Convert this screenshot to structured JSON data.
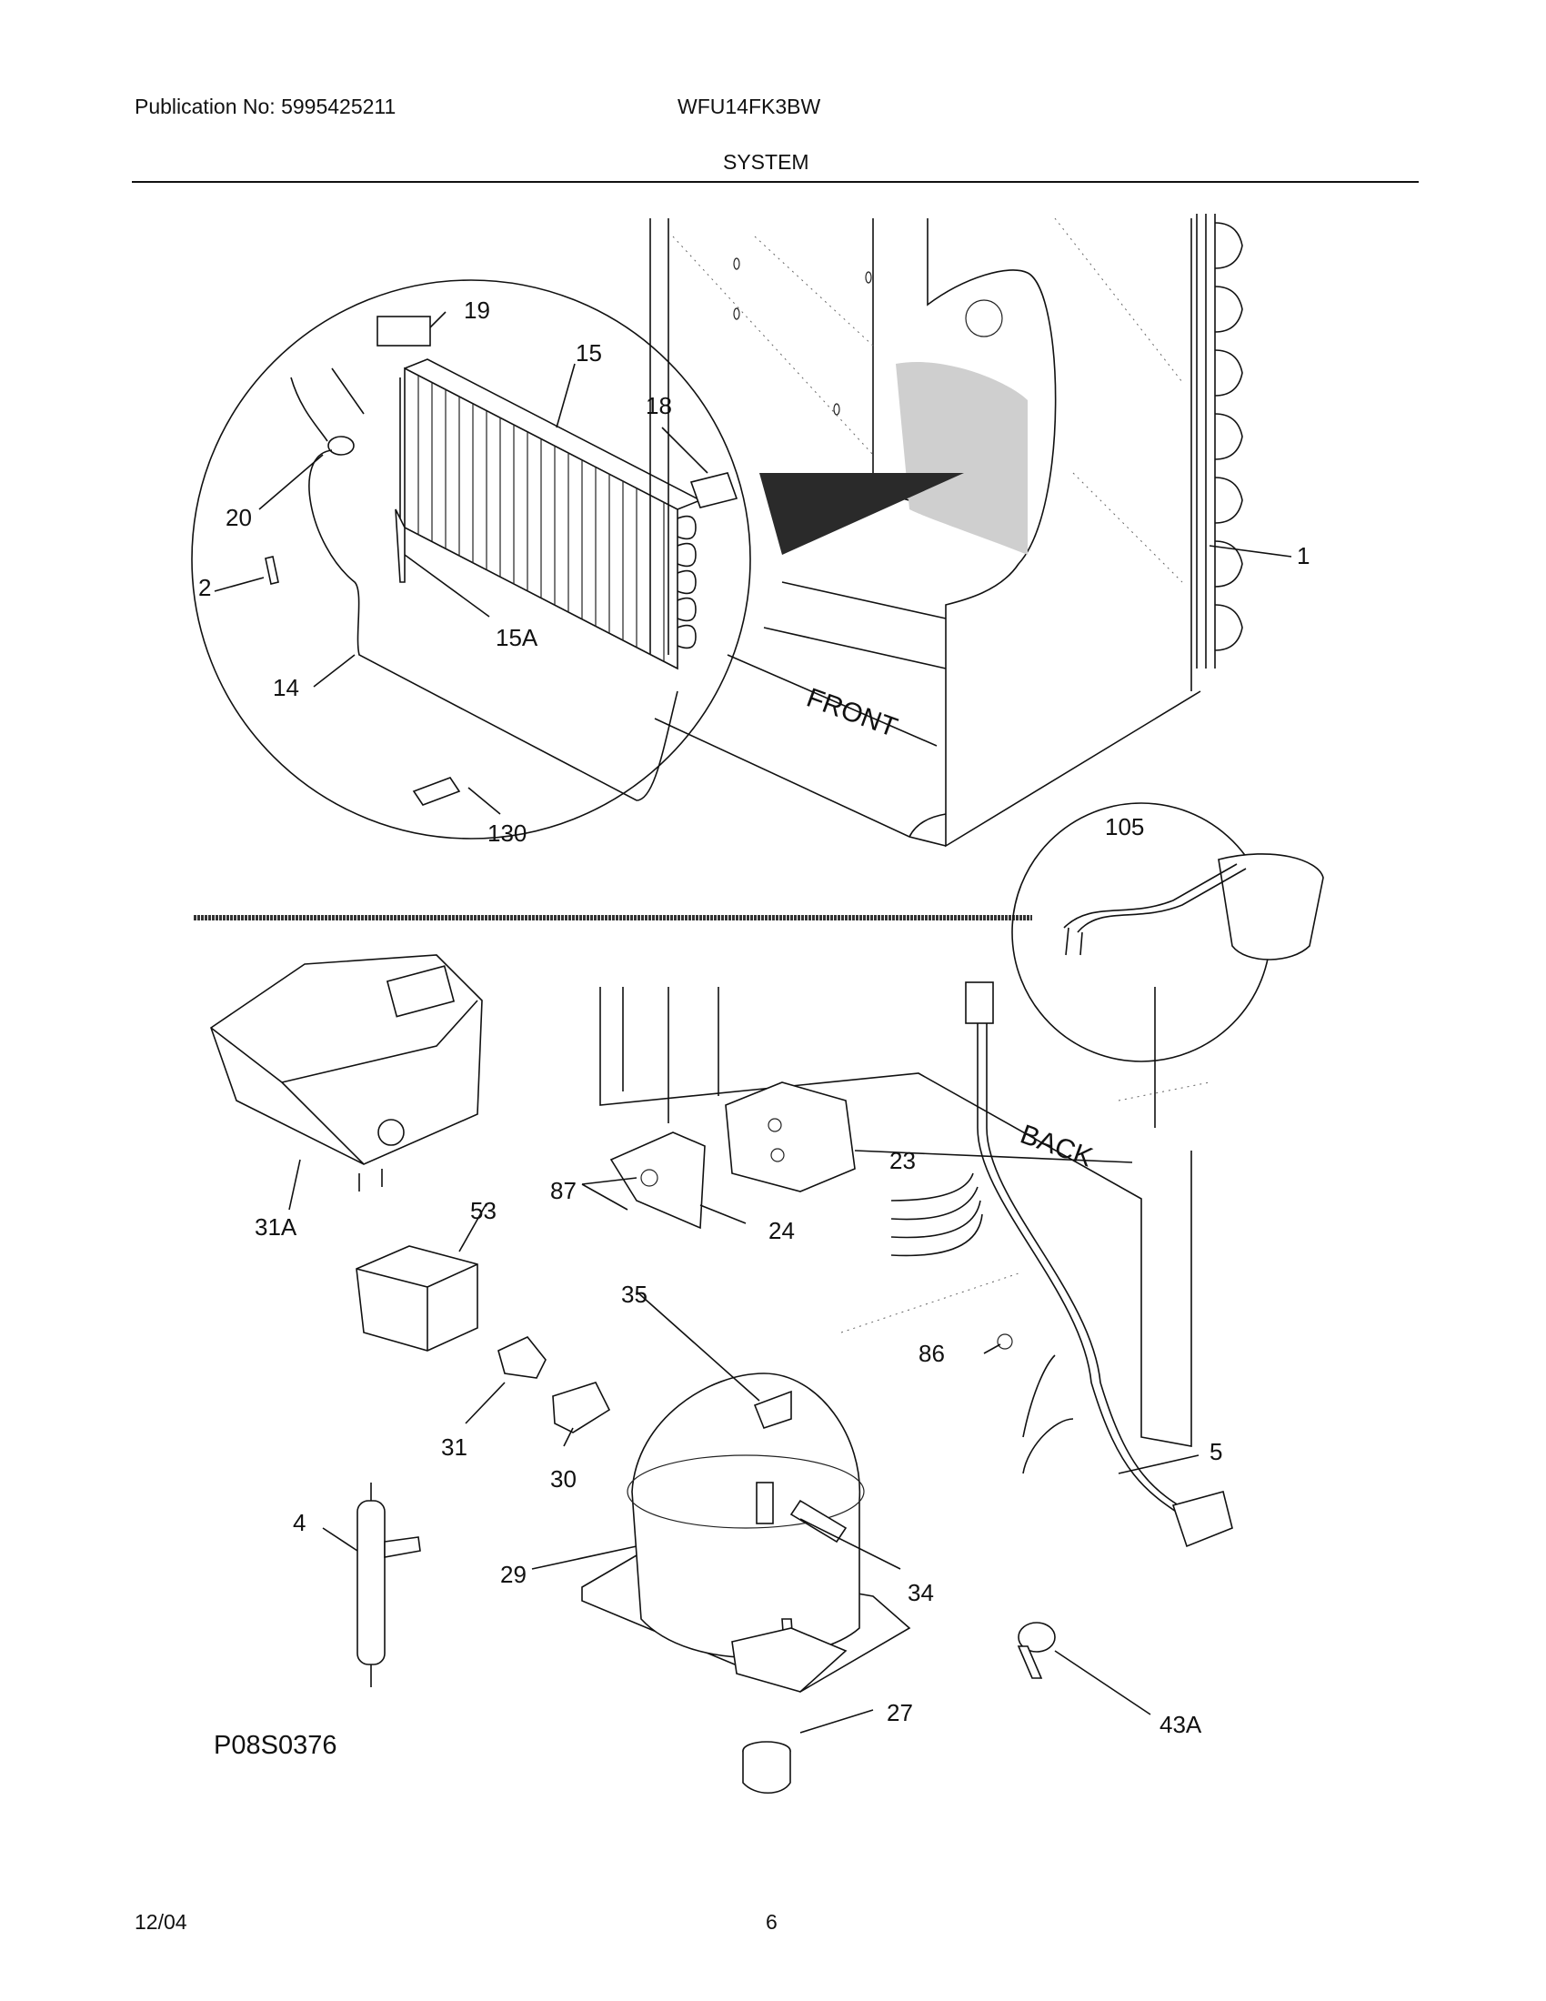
{
  "header": {
    "publication": "Publication No: 5995425211",
    "model": "WFU14FK3BW",
    "section_title": "SYSTEM"
  },
  "labels": {
    "front": "FRONT",
    "back": "BACK"
  },
  "callouts": {
    "c1": "1",
    "c2": "2",
    "c4": "4",
    "c5": "5",
    "c14": "14",
    "c15": "15",
    "c15a": "15A",
    "c18": "18",
    "c19": "19",
    "c20": "20",
    "c23": "23",
    "c24": "24",
    "c27": "27",
    "c29": "29",
    "c30": "30",
    "c31": "31",
    "c31a": "31A",
    "c34": "34",
    "c35": "35",
    "c43a": "43A",
    "c53": "53",
    "c86": "86",
    "c87": "87",
    "c105": "105",
    "c130": "130"
  },
  "diagram_code": "P08S0376",
  "footer": {
    "date": "12/04",
    "page": "6"
  }
}
